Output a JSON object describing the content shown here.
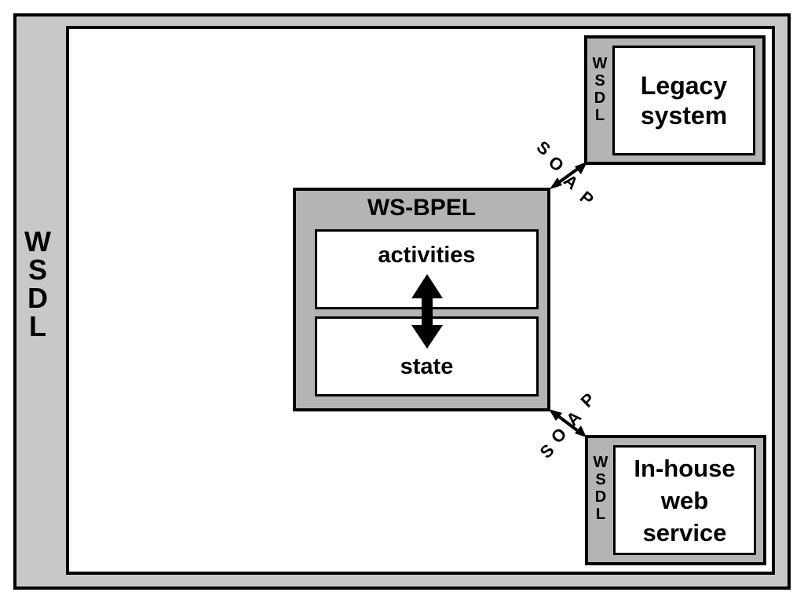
{
  "diagram": {
    "outer_label_letters": [
      "W",
      "S",
      "D",
      "L"
    ],
    "bpel": {
      "title": "WS-BPEL",
      "top_box": "activities",
      "bottom_box": "state"
    },
    "legacy": {
      "wsdl_letters": [
        "W",
        "S",
        "D",
        "L"
      ],
      "label_lines": [
        "Legacy",
        "system"
      ]
    },
    "inhouse": {
      "wsdl_letters": [
        "W",
        "S",
        "D",
        "L"
      ],
      "label_lines": [
        "In-house",
        "web",
        "service"
      ]
    },
    "protocol_top_letters": [
      "S",
      "O",
      "A",
      "P"
    ],
    "protocol_bottom_letters": [
      "S",
      "O",
      "A",
      "P"
    ],
    "colors": {
      "outer_fill": "#c8c8c8",
      "box_fill": "#b4b4b4",
      "stroke": "#000000"
    }
  }
}
